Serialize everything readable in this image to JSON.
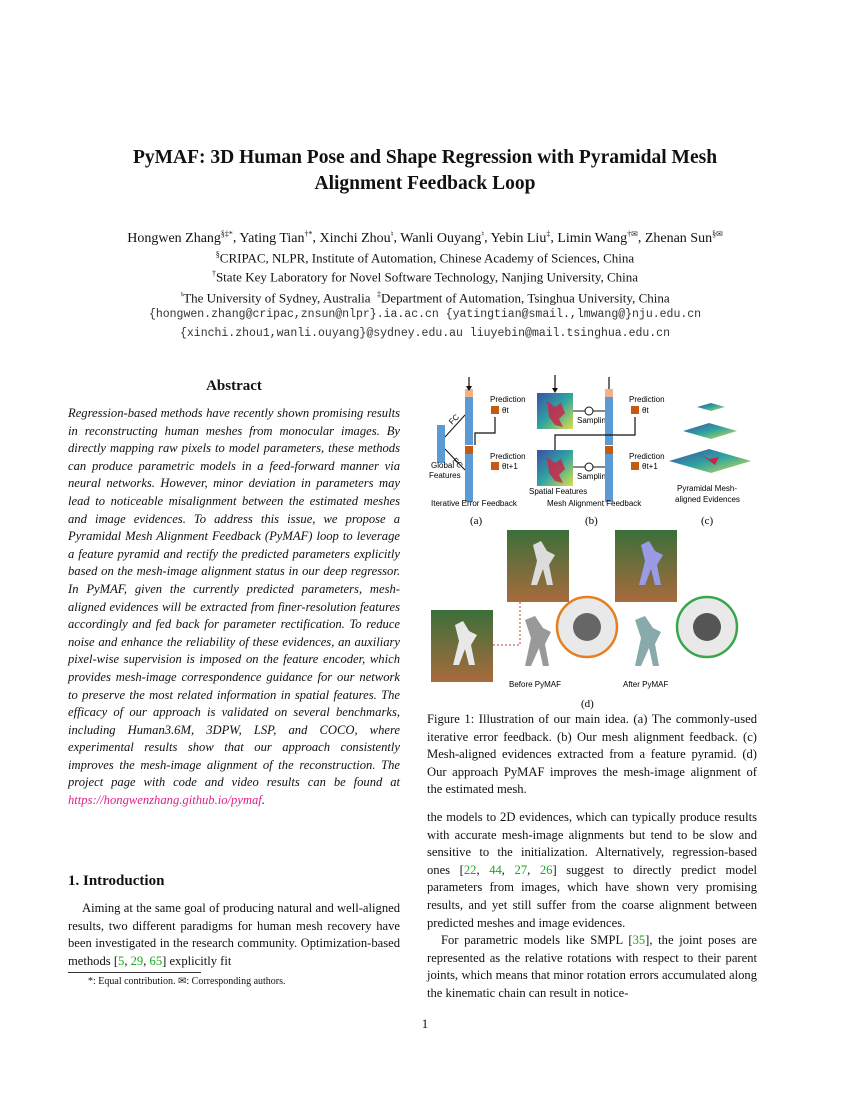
{
  "paper": {
    "title_line1": "PyMAF: 3D Human Pose and Shape Regression with Pyramidal Mesh",
    "title_line2": "Alignment Feedback Loop",
    "authors": [
      {
        "name": "Hongwen Zhang",
        "mark": "§‡*"
      },
      {
        "name": "Yating Tian",
        "mark": "†*"
      },
      {
        "name": "Xinchi Zhou",
        "mark": "♮"
      },
      {
        "name": "Wanli Ouyang",
        "mark": "♮"
      },
      {
        "name": "Yebin Liu",
        "mark": "‡"
      },
      {
        "name": "Limin Wang",
        "mark": "†✉"
      },
      {
        "name": "Zhenan Sun",
        "mark": "§✉"
      }
    ],
    "affiliations": {
      "line1": "CRIPAC, NLPR, Institute of Automation, Chinese Academy of Sciences, China",
      "line1_mark": "§",
      "line2": "State Key Laboratory for Novel Software Technology, Nanjing University, China",
      "line2_mark": "†",
      "line3a": "The University of Sydney, Australia",
      "line3a_mark": "♮",
      "line3b": "Department of Automation, Tsinghua University, China",
      "line3b_mark": "‡"
    },
    "emails": {
      "line1": "{hongwen.zhang@cripac,znsun@nlpr}.ia.ac.cn  {yatingtian@smail.,lmwang@}nju.edu.cn",
      "line2": "{xinchi.zhou1,wanli.ouyang}@sydney.edu.au  liuyebin@mail.tsinghua.edu.cn"
    },
    "abstract_heading": "Abstract",
    "abstract": "Regression-based methods have recently shown promising results in reconstructing human meshes from monocular images. By directly mapping raw pixels to model parameters, these methods can produce parametric models in a feed-forward manner via neural networks. However, minor deviation in parameters may lead to noticeable misalignment between the estimated meshes and image evidences. To address this issue, we propose a Pyramidal Mesh Alignment Feedback (PyMAF) loop to leverage a feature pyramid and rectify the predicted parameters explicitly based on the mesh-image alignment status in our deep regressor. In PyMAF, given the currently predicted parameters, mesh-aligned evidences will be extracted from finer-resolution features accordingly and fed back for parameter rectification. To reduce noise and enhance the reliability of these evidences, an auxiliary pixel-wise supervision is imposed on the feature encoder, which provides mesh-image correspondence guidance for our network to preserve the most related information in spatial features. The efficacy of our approach is validated on several benchmarks, including Human3.6M, 3DPW, LSP, and COCO, where experimental results show that our approach consistently improves the mesh-image alignment of the reconstruction. The project page with code and video results can be found at",
    "abstract_link": "https://hongwenzhang.github.io/pymaf",
    "intro_heading": "1. Introduction",
    "intro_p1_a": "Aiming at the same goal of producing natural and well-aligned results, two different paradigms for human mesh recovery have been investigated in the research community. Optimization-based methods [",
    "intro_p1_c1": "5",
    "intro_p1_c2": "29",
    "intro_p1_c3": "65",
    "intro_p1_b": "] explicitly fit",
    "right_p1_a": "the models to 2D evidences, which can typically produce results with accurate mesh-image alignments but tend to be slow and sensitive to the initialization. Alternatively, regression-based ones [",
    "right_p1_c1": "22",
    "right_p1_c2": "44",
    "right_p1_c3": "27",
    "right_p1_c4": "26",
    "right_p1_b": "] suggest to directly predict model parameters from images, which have shown very promising results, and yet still suffer from the coarse alignment between predicted meshes and image evidences.",
    "right_p2_a": "For parametric models like SMPL [",
    "right_p2_c1": "35",
    "right_p2_b": "], the joint poses are represented as the relative rotations with respect to their parent joints, which means that minor rotation errors accumulated along the kinematic chain can result in notice-",
    "footnote": "*: Equal contribution. ✉: Corresponding authors.",
    "page_number": "1"
  },
  "figure": {
    "caption": "Figure 1: Illustration of our main idea. (a) The commonly-used iterative error feedback. (b) Our mesh alignment feedback. (c) Mesh-aligned evidences extracted from a feature pyramid. (d) Our approach PyMAF improves the mesh-image alignment of the estimated mesh.",
    "labels": {
      "prediction": "Prediction",
      "theta_t": "θt",
      "theta_t1": "θt+1",
      "global": "Global",
      "features": "Features",
      "spatial_features": "Spatial Features",
      "sampling": "Sampling",
      "ief": "Iterative Error Feedback",
      "maf": "Mesh Alignment Feedback",
      "pyr1": "Pyramidal Mesh-",
      "pyr2": "aligned Evidences",
      "a": "(a)",
      "b": "(b)",
      "c": "(c)",
      "d": "(d)",
      "before": "Before PyMAF",
      "after": "After PyMAF",
      "fc_label1": "FC",
      "fc_label2": "FC"
    },
    "colors": {
      "blue_feature": "#5b9bd5",
      "orange_block": "#c55a11",
      "light_orange": "#f4b183",
      "teal_map": "#2fa4a0",
      "purple_mesh": "#8f8fe6",
      "green_circle": "#3aa64a",
      "orange_circle": "#e67e22"
    }
  }
}
